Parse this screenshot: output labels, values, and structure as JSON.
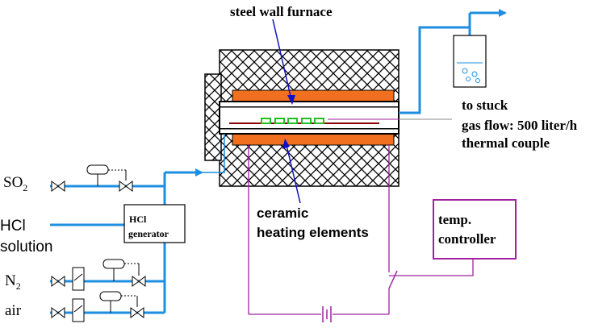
{
  "labels": {
    "steel_wall_furnace": "steel wall furnace",
    "to_stuck": "to stuck",
    "gas_flow": "gas flow: 500 liter/h",
    "thermal_couple": "thermal couple",
    "ceramic": "ceramic",
    "heating_elements": "heating elements",
    "temp": "temp.",
    "controller": "controller",
    "hcl_generator_line1": "HCl",
    "hcl_generator_line2": "generator",
    "so2_main": "SO",
    "so2_sub": "2",
    "hcl_line1": "HCl",
    "hcl_line2": "solution",
    "n2_main": "N",
    "n2_sub": "2",
    "air": "air"
  },
  "colors": {
    "gas_line": "#1e8fe0",
    "electric_line": "#a020a0",
    "heater": "#f07020",
    "arrow_blue": "#1010c0",
    "heating_coil": "#20c020",
    "sample_bar": "#8b0000"
  }
}
